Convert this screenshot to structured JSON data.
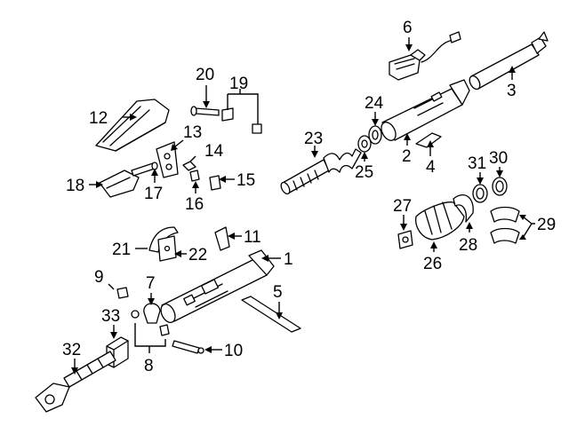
{
  "diagram": {
    "background": "#ffffff",
    "line_color": "#000000",
    "callouts": [
      {
        "id": "c1",
        "text": "1"
      },
      {
        "id": "c2",
        "text": "2"
      },
      {
        "id": "c3",
        "text": "3"
      },
      {
        "id": "c4",
        "text": "4"
      },
      {
        "id": "c5",
        "text": "5"
      },
      {
        "id": "c6",
        "text": "6"
      },
      {
        "id": "c7",
        "text": "7"
      },
      {
        "id": "c8",
        "text": "8"
      },
      {
        "id": "c9",
        "text": "9"
      },
      {
        "id": "c10",
        "text": "10"
      },
      {
        "id": "c11",
        "text": "11"
      },
      {
        "id": "c12",
        "text": "12"
      },
      {
        "id": "c13",
        "text": "13"
      },
      {
        "id": "c14",
        "text": "14"
      },
      {
        "id": "c15",
        "text": "15"
      },
      {
        "id": "c16",
        "text": "16"
      },
      {
        "id": "c17",
        "text": "17"
      },
      {
        "id": "c18",
        "text": "18"
      },
      {
        "id": "c19",
        "text": "19"
      },
      {
        "id": "c20",
        "text": "20"
      },
      {
        "id": "c21",
        "text": "21"
      },
      {
        "id": "c22",
        "text": "22"
      },
      {
        "id": "c23",
        "text": "23"
      },
      {
        "id": "c24",
        "text": "24"
      },
      {
        "id": "c25",
        "text": "25"
      },
      {
        "id": "c26",
        "text": "26"
      },
      {
        "id": "c27",
        "text": "27"
      },
      {
        "id": "c28",
        "text": "28"
      },
      {
        "id": "c29",
        "text": "29"
      },
      {
        "id": "c30",
        "text": "30"
      },
      {
        "id": "c31",
        "text": "31"
      },
      {
        "id": "c32",
        "text": "32"
      },
      {
        "id": "c33",
        "text": "33"
      }
    ]
  }
}
